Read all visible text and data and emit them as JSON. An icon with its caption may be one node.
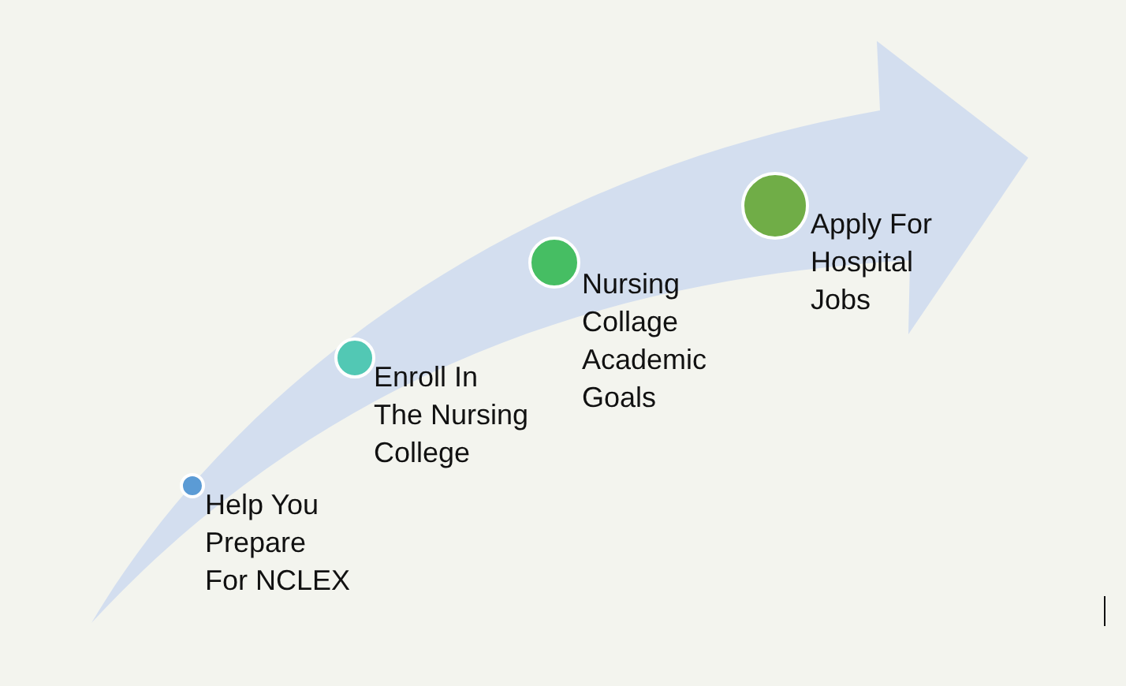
{
  "diagram": {
    "nodes": [
      {
        "text": [],
        "shape": "circle",
        "beside": [
          "Help You Prepare For NCLEX"
        ]
      },
      {
        "text": [],
        "shape": "circle",
        "beside": [
          "Enroll In The Nursing College"
        ]
      },
      {
        "text": [],
        "shape": "circle",
        "beside": [
          "Nursing Collage Academic Goals"
        ]
      },
      {
        "text": [],
        "shape": "circle",
        "beside": [
          "Apply For Hospital Jobs"
        ]
      }
    ]
  }
}
